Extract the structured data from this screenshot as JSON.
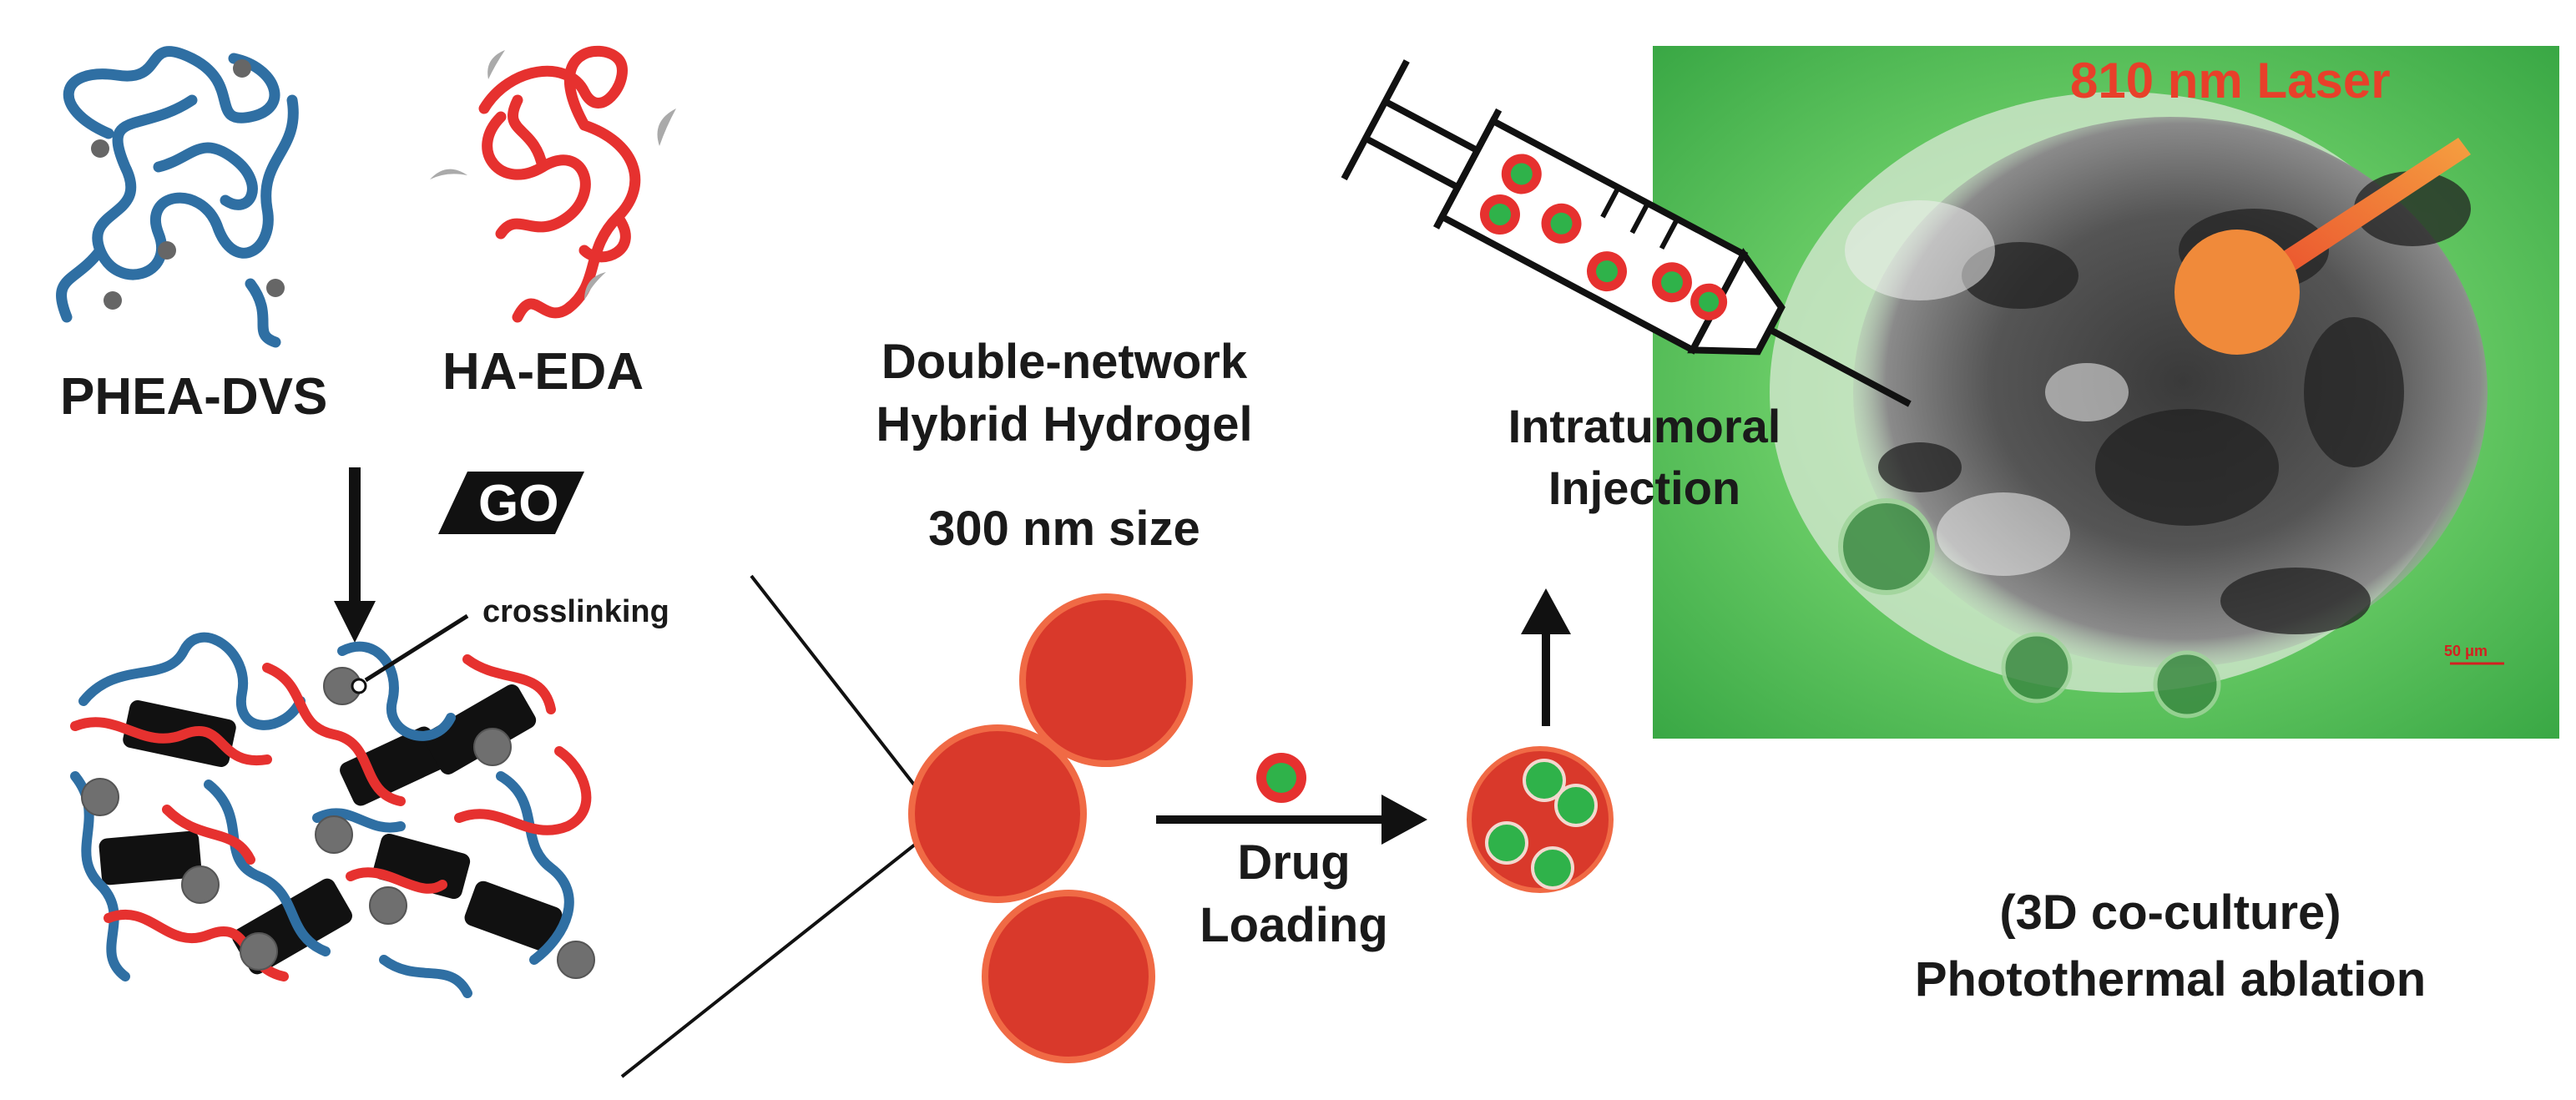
{
  "labels": {
    "polymer_a": "PHEA-DVS",
    "polymer_b": "HA-EDA",
    "additive": "GO",
    "crosslinking": "crosslinking",
    "hydrogel_line1": "Double-network",
    "hydrogel_line2": "Hybrid Hydrogel",
    "size": "300  nm size",
    "drug_line1": "Drug",
    "drug_line2": "Loading",
    "injection_line1": "Intratumoral",
    "injection_line2": "Injection",
    "laser": "810 nm Laser",
    "scale_bar": "50 μm",
    "outcome_line1": "(3D co-culture)",
    "outcome_line2": "Photothermal ablation"
  },
  "colors": {
    "pheа_blue": "#2f6fa3",
    "ha_red": "#e6312f",
    "nanogel_red": "#d9392b",
    "nanogel_rim": "#f06a45",
    "drug_green": "#2fb24a",
    "go_black": "#111111",
    "crosslink_grey": "#6f6f6f",
    "laser_orange": "#f08a3a",
    "micrograph_green": "#56c25a"
  }
}
